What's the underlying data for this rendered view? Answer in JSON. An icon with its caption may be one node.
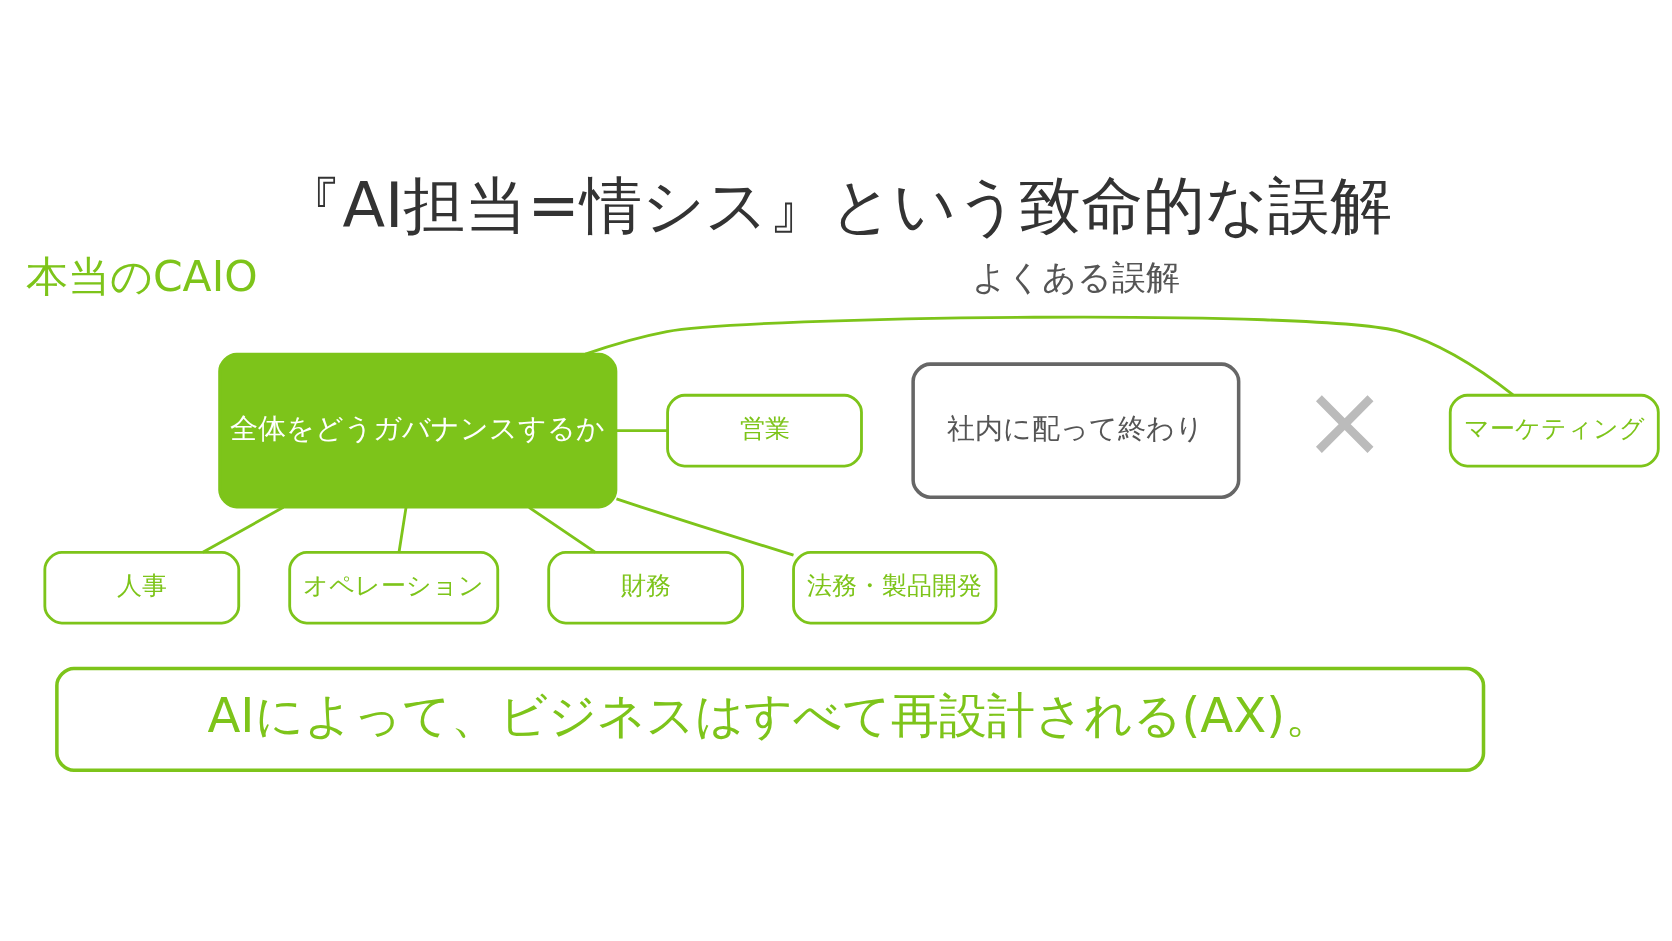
{
  "diagram": {
    "title": "『AI担当=情シス』という致命的な誤解",
    "nodes": [
      {
        "text": [
          "社内に配って終わり"
        ]
      },
      {
        "text": [
          "人事"
        ]
      },
      {
        "text": [
          "マーケティング"
        ]
      },
      {
        "text": [
          "全体をどうガバナンスするか"
        ]
      },
      {
        "text": [
          "営業"
        ]
      },
      {
        "text": [
          "オペレーション"
        ]
      },
      {
        "text": [
          "財務"
        ]
      },
      {
        "text": [
          "法務・製品開発"
        ]
      },
      {
        "text": [
          "AIによって、ビジネスはすべて再設計される(AX)。"
        ]
      }
    ],
    "edges": [
      {
        "from": 3,
        "to": 1,
        "arrow": "none"
      },
      {
        "from": 3,
        "to": 2,
        "arrow": "none"
      },
      {
        "from": 3,
        "to": 4,
        "arrow": "none"
      },
      {
        "from": 3,
        "to": 5,
        "arrow": "none"
      },
      {
        "from": 3,
        "to": 6,
        "arrow": "none"
      },
      {
        "from": 3,
        "to": 7,
        "arrow": "none"
      }
    ],
    "labels": [
      "よくある誤解",
      "×",
      "本当のCAIO"
    ]
  }
}
